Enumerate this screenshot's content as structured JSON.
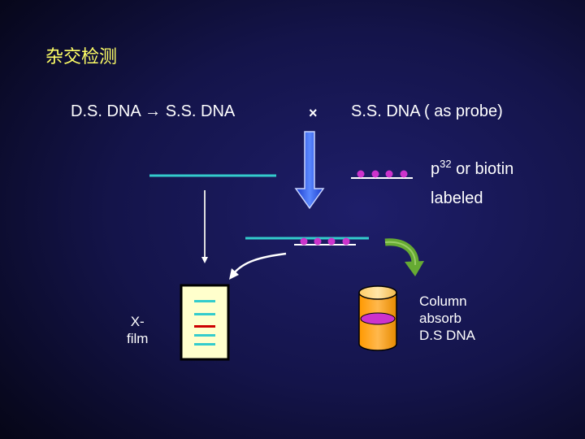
{
  "title": "杂交检测",
  "equation": {
    "left": "D.S. DNA → S.S. DNA",
    "operator": "×",
    "right": "S.S. DNA ( as probe)"
  },
  "probe_label": {
    "line1_prefix": "p",
    "line1_sup": "32",
    "line1_suffix": " or biotin",
    "line2": "labeled"
  },
  "xfilm_label": [
    "X-",
    "film"
  ],
  "column_label": [
    "Column",
    "absorb",
    "D.S DNA"
  ],
  "colors": {
    "title": "#ffff66",
    "dna_strand": "#33cccc",
    "probe_dot": "#cc33cc",
    "probe_line": "#ffffff",
    "arrow_blue": "#3366ff",
    "curved_arrow_green": "#66aa33",
    "film_background": "#ffffcc",
    "film_band": "#33cccc",
    "film_band_highlight": "#cc0000",
    "column_orange": "#ff9900",
    "column_cap": "#ffcc66",
    "column_disc": "#cc33cc"
  },
  "icons": {
    "down_arrow": "blue-down-arrow-icon",
    "curved_arrow": "green-curved-arrow-icon",
    "column": "column-cylinder-icon",
    "film": "x-ray-film-icon"
  }
}
